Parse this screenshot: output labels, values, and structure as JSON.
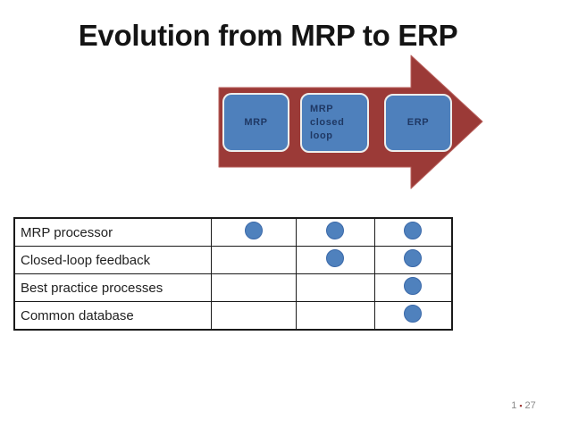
{
  "slide": {
    "title": "Evolution from MRP to ERP",
    "background": "#ffffff",
    "footer": {
      "page": "1",
      "separator": "▪",
      "total": "27",
      "text_color": "#8a8a8a",
      "separator_color": "#9e3b38"
    }
  },
  "arrow_diagram": {
    "shape": "right-arrow",
    "fill": "#9b3a37",
    "edge": "#b9625e",
    "box_fill": "#4e80bc",
    "box_border": "#eeeeec",
    "box_text_color": "#1f3864",
    "boxes": [
      {
        "lines": [
          "MRP"
        ],
        "align": "center"
      },
      {
        "lines": [
          "MRP",
          "closed loop"
        ],
        "align": "left"
      },
      {
        "lines": [
          "ERP"
        ],
        "align": "center"
      }
    ]
  },
  "features_table": {
    "border_color": "#1a1a1a",
    "label_color": "#1f1f1f",
    "dot_fill": "#4f81bd",
    "dot_edge": "#3a68a8",
    "rows": [
      {
        "label": "MRP processor",
        "dots": [
          true,
          true,
          true
        ]
      },
      {
        "label": "Closed-loop feedback",
        "dots": [
          false,
          true,
          true
        ]
      },
      {
        "label": "Best practice processes",
        "dots": [
          false,
          false,
          true
        ]
      },
      {
        "label": "Common database",
        "dots": [
          false,
          false,
          true
        ]
      }
    ]
  }
}
